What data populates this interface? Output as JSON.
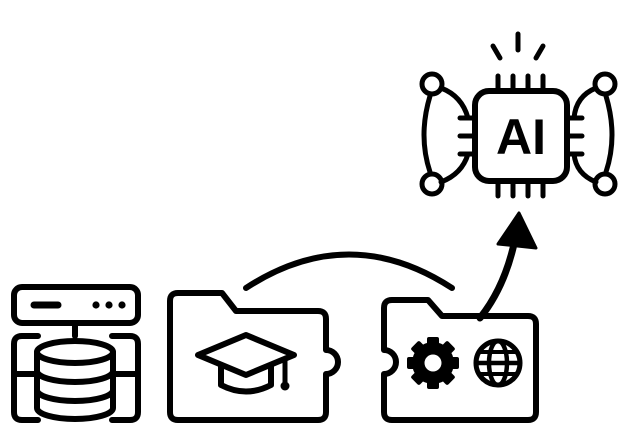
{
  "colors": {
    "stroke": "#000000",
    "background": "#ffffff"
  },
  "nodes": [
    {
      "id": "server-database",
      "icon": "server-database-icon"
    },
    {
      "id": "education-folder",
      "icon": "graduation-cap-icon"
    },
    {
      "id": "settings-web-module",
      "icons": [
        "gear-icon",
        "globe-icon"
      ]
    },
    {
      "id": "ai-chip",
      "icon": "ai-chip-icon",
      "label": "AI"
    }
  ],
  "connectors": [
    {
      "from": "education-folder",
      "to": "settings-web-module",
      "style": "arc"
    },
    {
      "from": "settings-web-module",
      "to": "ai-chip",
      "style": "arrow"
    }
  ]
}
